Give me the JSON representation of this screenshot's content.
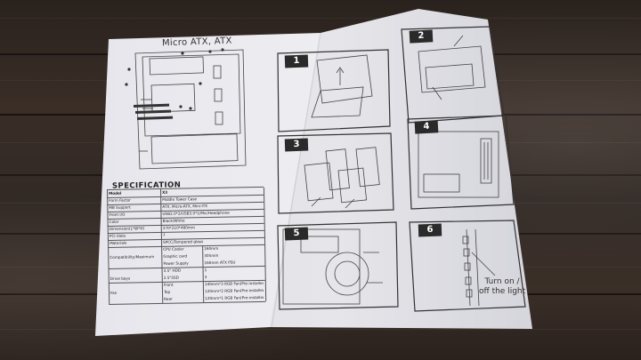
{
  "sheet": {
    "title": "Micro ATX, ATX",
    "spec_heading": "SPECIFICATION"
  },
  "spec": {
    "header": [
      "Model",
      "X3"
    ],
    "rows": [
      {
        "label": "Form Factor",
        "value": "Middle Tower Case"
      },
      {
        "label": "MB Support",
        "value": "ATX, Micro-ATX, Mini-ITX"
      },
      {
        "label": "Front I/O",
        "value": "USB2.0*2/USB3.0*1/Mic/Headphone"
      },
      {
        "label": "Color",
        "value": "Black/White"
      },
      {
        "label": "Dimension(L*W*H)",
        "value": "370*210*480mm"
      },
      {
        "label": "PCI Slots",
        "value": "7"
      },
      {
        "label": "Materials",
        "value": "SPCC/Tempered glass"
      }
    ],
    "compat": {
      "label": "Compatibility/Maximum",
      "items": [
        {
          "name": "CPU Cooler",
          "value": "160mm"
        },
        {
          "name": "Graphic card",
          "value": "305mm"
        },
        {
          "name": "Power Supply",
          "value": "160mm ATX PSU"
        }
      ]
    },
    "drives": {
      "label": "Drive bays",
      "items": [
        {
          "name": "3.5\" HDD",
          "value": "1"
        },
        {
          "name": "2.5\"SSD",
          "value": "3"
        }
      ]
    },
    "fan": {
      "label": "Fan",
      "items": [
        {
          "name": "Front",
          "value": "140mm*3 RGB Fan(Pre-installed)"
        },
        {
          "name": "Top",
          "value": "120mm*2 RGB Fan(Pre-installed)"
        },
        {
          "name": "Rear",
          "value": "120mm*1 RGB Fan(Pre-installed)"
        }
      ]
    }
  },
  "steps": [
    "1",
    "2",
    "3",
    "4",
    "5",
    "6"
  ],
  "callout": {
    "line1": "Turn on /",
    "line2": "off the light"
  },
  "colors": {
    "paper": "#e9e9ee",
    "wood": "#2f2520",
    "ink": "#222222"
  }
}
